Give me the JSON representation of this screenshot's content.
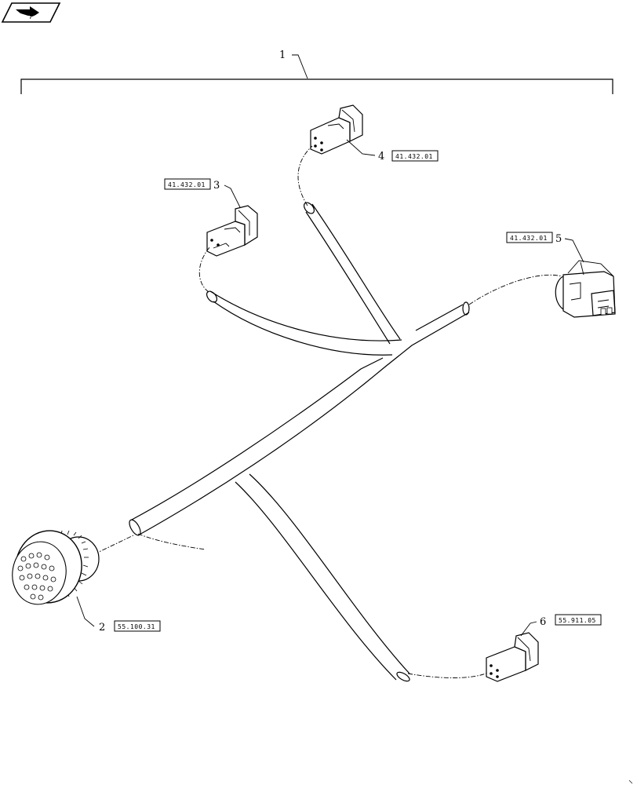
{
  "nav_icon": {
    "name": "next-page-arrow-icon"
  },
  "assembly": {
    "callout": "1"
  },
  "items": [
    {
      "callout": "2",
      "ref": "55.100.31"
    },
    {
      "callout": "3",
      "ref": "41.432.01"
    },
    {
      "callout": "4",
      "ref": "41.432.01"
    },
    {
      "callout": "5",
      "ref": "41.432.01"
    },
    {
      "callout": "6",
      "ref": "55.911.05"
    }
  ]
}
